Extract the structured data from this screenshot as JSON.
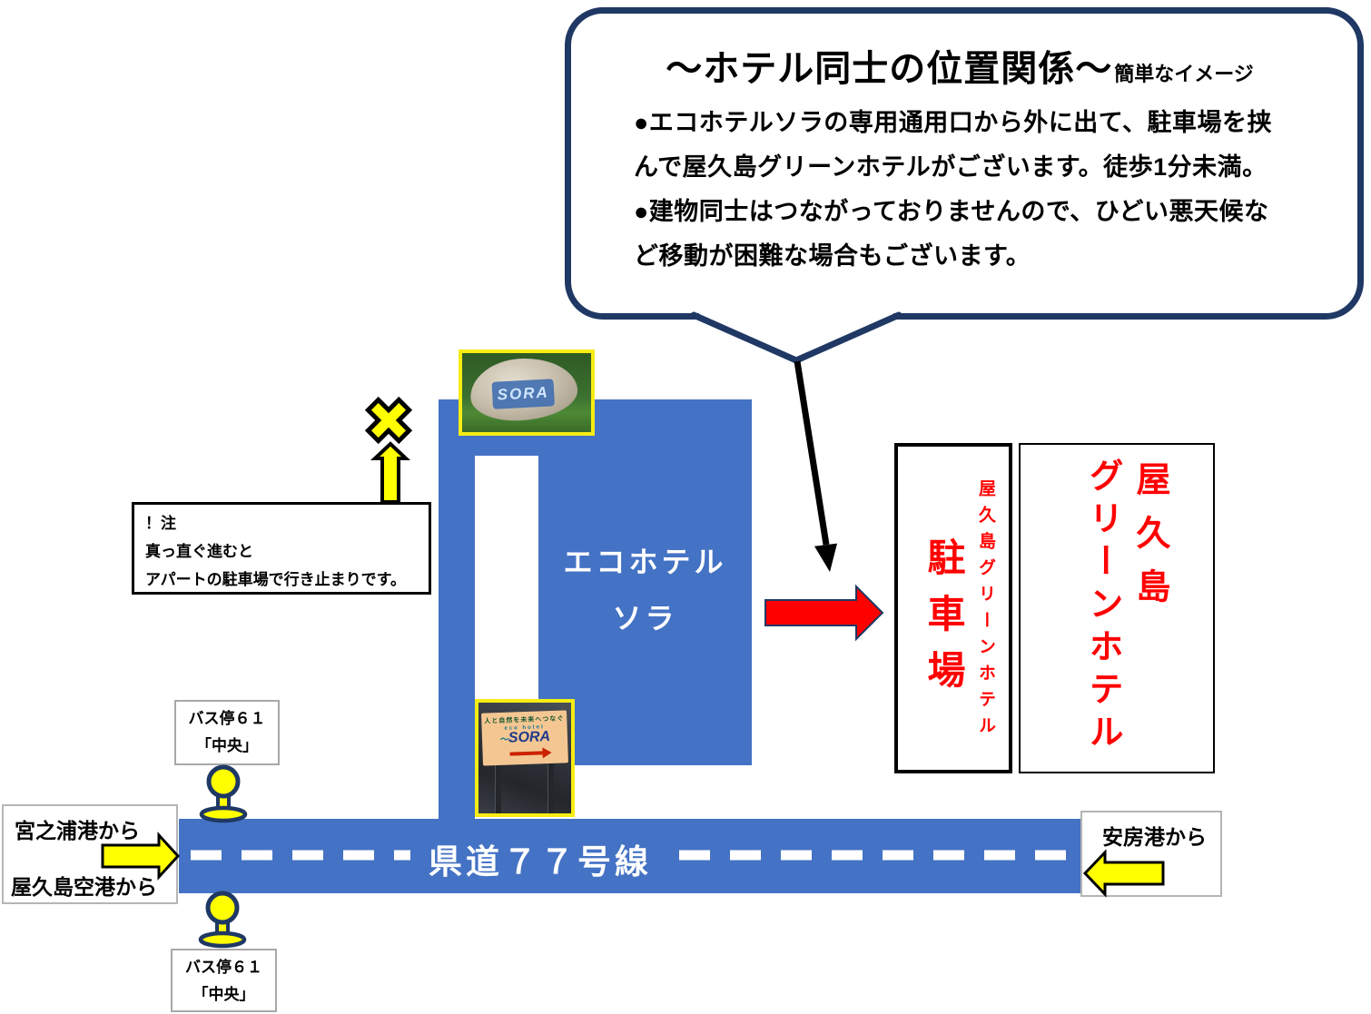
{
  "bubble": {
    "title": "〜ホテル同士の位置関係〜",
    "title_suffix": "簡単なイメージ",
    "lines": {
      "l1": "●エコホテルソラの専用通用口から外に出て、駐車場を挟",
      "l2": "んで屋久島グリーンホテルがございます。徒歩1分未満。",
      "l3": "●建物同士はつながっておりませんので、ひどい悪天候な",
      "l4": "ど移動が困難な場合もございます。"
    }
  },
  "note": {
    "l1": "！注",
    "l2": "真っ直ぐ進むと",
    "l3": "アパートの駐車場で行き止まりです。"
  },
  "building": {
    "line1": "エコホテル",
    "line2": "ソラ"
  },
  "parking": {
    "main": "駐車場",
    "sub": "屋久島グリーンホテル"
  },
  "hotel": {
    "col1": "屋久島",
    "col2": "グリーンホテル"
  },
  "road": {
    "label": "県道７７号線"
  },
  "origin_left": {
    "l1": "宮之浦港から",
    "l2": "屋久島空港から"
  },
  "origin_right": {
    "l1": "安房港から"
  },
  "bus_stop": {
    "l1": "バス停６１",
    "l2": "「中央」"
  },
  "stone_photo": {
    "label": "SORA"
  },
  "sign_photo": {
    "line1": "人と自然を未来へつなぐ",
    "line2": "eco hotel",
    "label": "SORA",
    "wave": "〜"
  },
  "colors": {
    "map_blue": "#4472C4",
    "accent_navy": "#1F3864",
    "highlight_yellow": "#FFFF00",
    "photo_border_yellow": "#F7EC13",
    "hotel_red": "#FF0000",
    "text_black": "#000000"
  }
}
